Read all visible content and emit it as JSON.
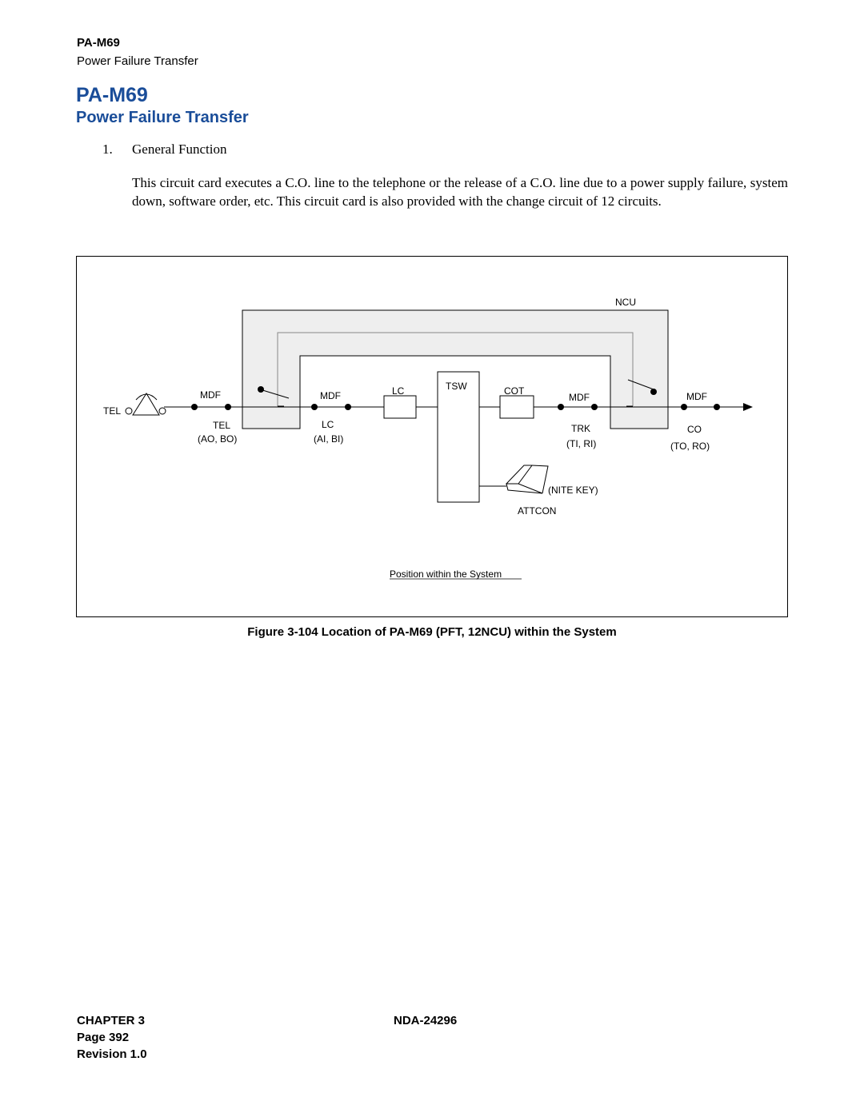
{
  "header": {
    "code": "PA-M69",
    "title": "Power Failure Transfer"
  },
  "heading": {
    "code": "PA-M69",
    "title": "Power Failure Transfer"
  },
  "section": {
    "number": "1.",
    "title": "General Function",
    "body": "This circuit card executes a C.O. line to the telephone or the release of a C.O. line due to a power supply failure, system down, software order, etc. This circuit card is also provided with the change circuit of 12 circuits."
  },
  "diagram": {
    "ncu_label": "NCU",
    "tel_label": "TEL",
    "mdf_label": "MDF",
    "lc_label": "LC",
    "tsw_label": "TSW",
    "cot_label": "COT",
    "tel_sub": "TEL",
    "tel_pins": "(AO, BO)",
    "lc_sub": "LC",
    "lc_pins": "(AI, BI)",
    "trk_sub": "TRK",
    "trk_pins": "(TI, RI)",
    "co_sub": "CO",
    "co_pins": "(TO, RO)",
    "nite_key": "(NITE KEY)",
    "attcon": "ATTCON",
    "position_label": "Position within the System"
  },
  "caption": "Figure 3-104   Location of PA-M69 (PFT, 12NCU) within the System",
  "footer": {
    "chapter": "CHAPTER 3",
    "page": "Page 392",
    "revision": "Revision 1.0",
    "doc": "NDA-24296"
  }
}
